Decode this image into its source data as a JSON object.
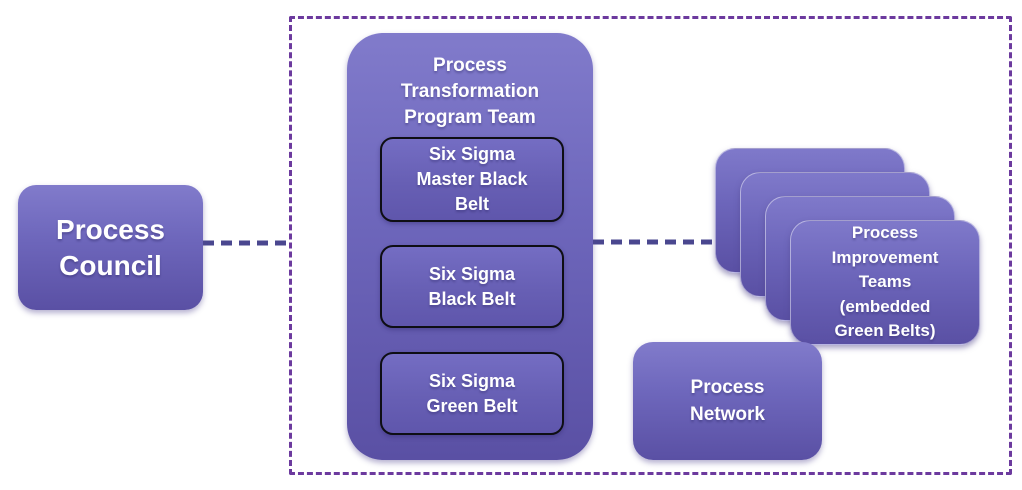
{
  "diagram_title": "Process governance organization diagram",
  "colors": {
    "node_fill_top": "#817bcb",
    "node_fill_bottom": "#5a50a4",
    "inner_box_border": "#0e0e14",
    "boundary_dash": "#6c3a9e",
    "connector": "#4a478f",
    "text": "#ffffff",
    "background": "#ffffff"
  },
  "nodes": {
    "council": {
      "label": "Process\nCouncil"
    },
    "program_team": {
      "title": "Process\nTransformation\nProgram Team",
      "children": {
        "master_black_belt": "Six Sigma\nMaster Black\nBelt",
        "black_belt": "Six Sigma\nBlack Belt",
        "green_belt": "Six Sigma\nGreen Belt"
      }
    },
    "improvement_teams": {
      "label": "Process\nImprovement\nTeams\n(embedded\nGreen Belts)",
      "stack_count": 4
    },
    "network": {
      "label": "Process\nNetwork"
    }
  },
  "connectors": [
    {
      "from": "council",
      "to": "boundary-frame",
      "style": "dashed"
    },
    {
      "from": "program_team",
      "to": "improvement_teams",
      "style": "dashed"
    }
  ]
}
